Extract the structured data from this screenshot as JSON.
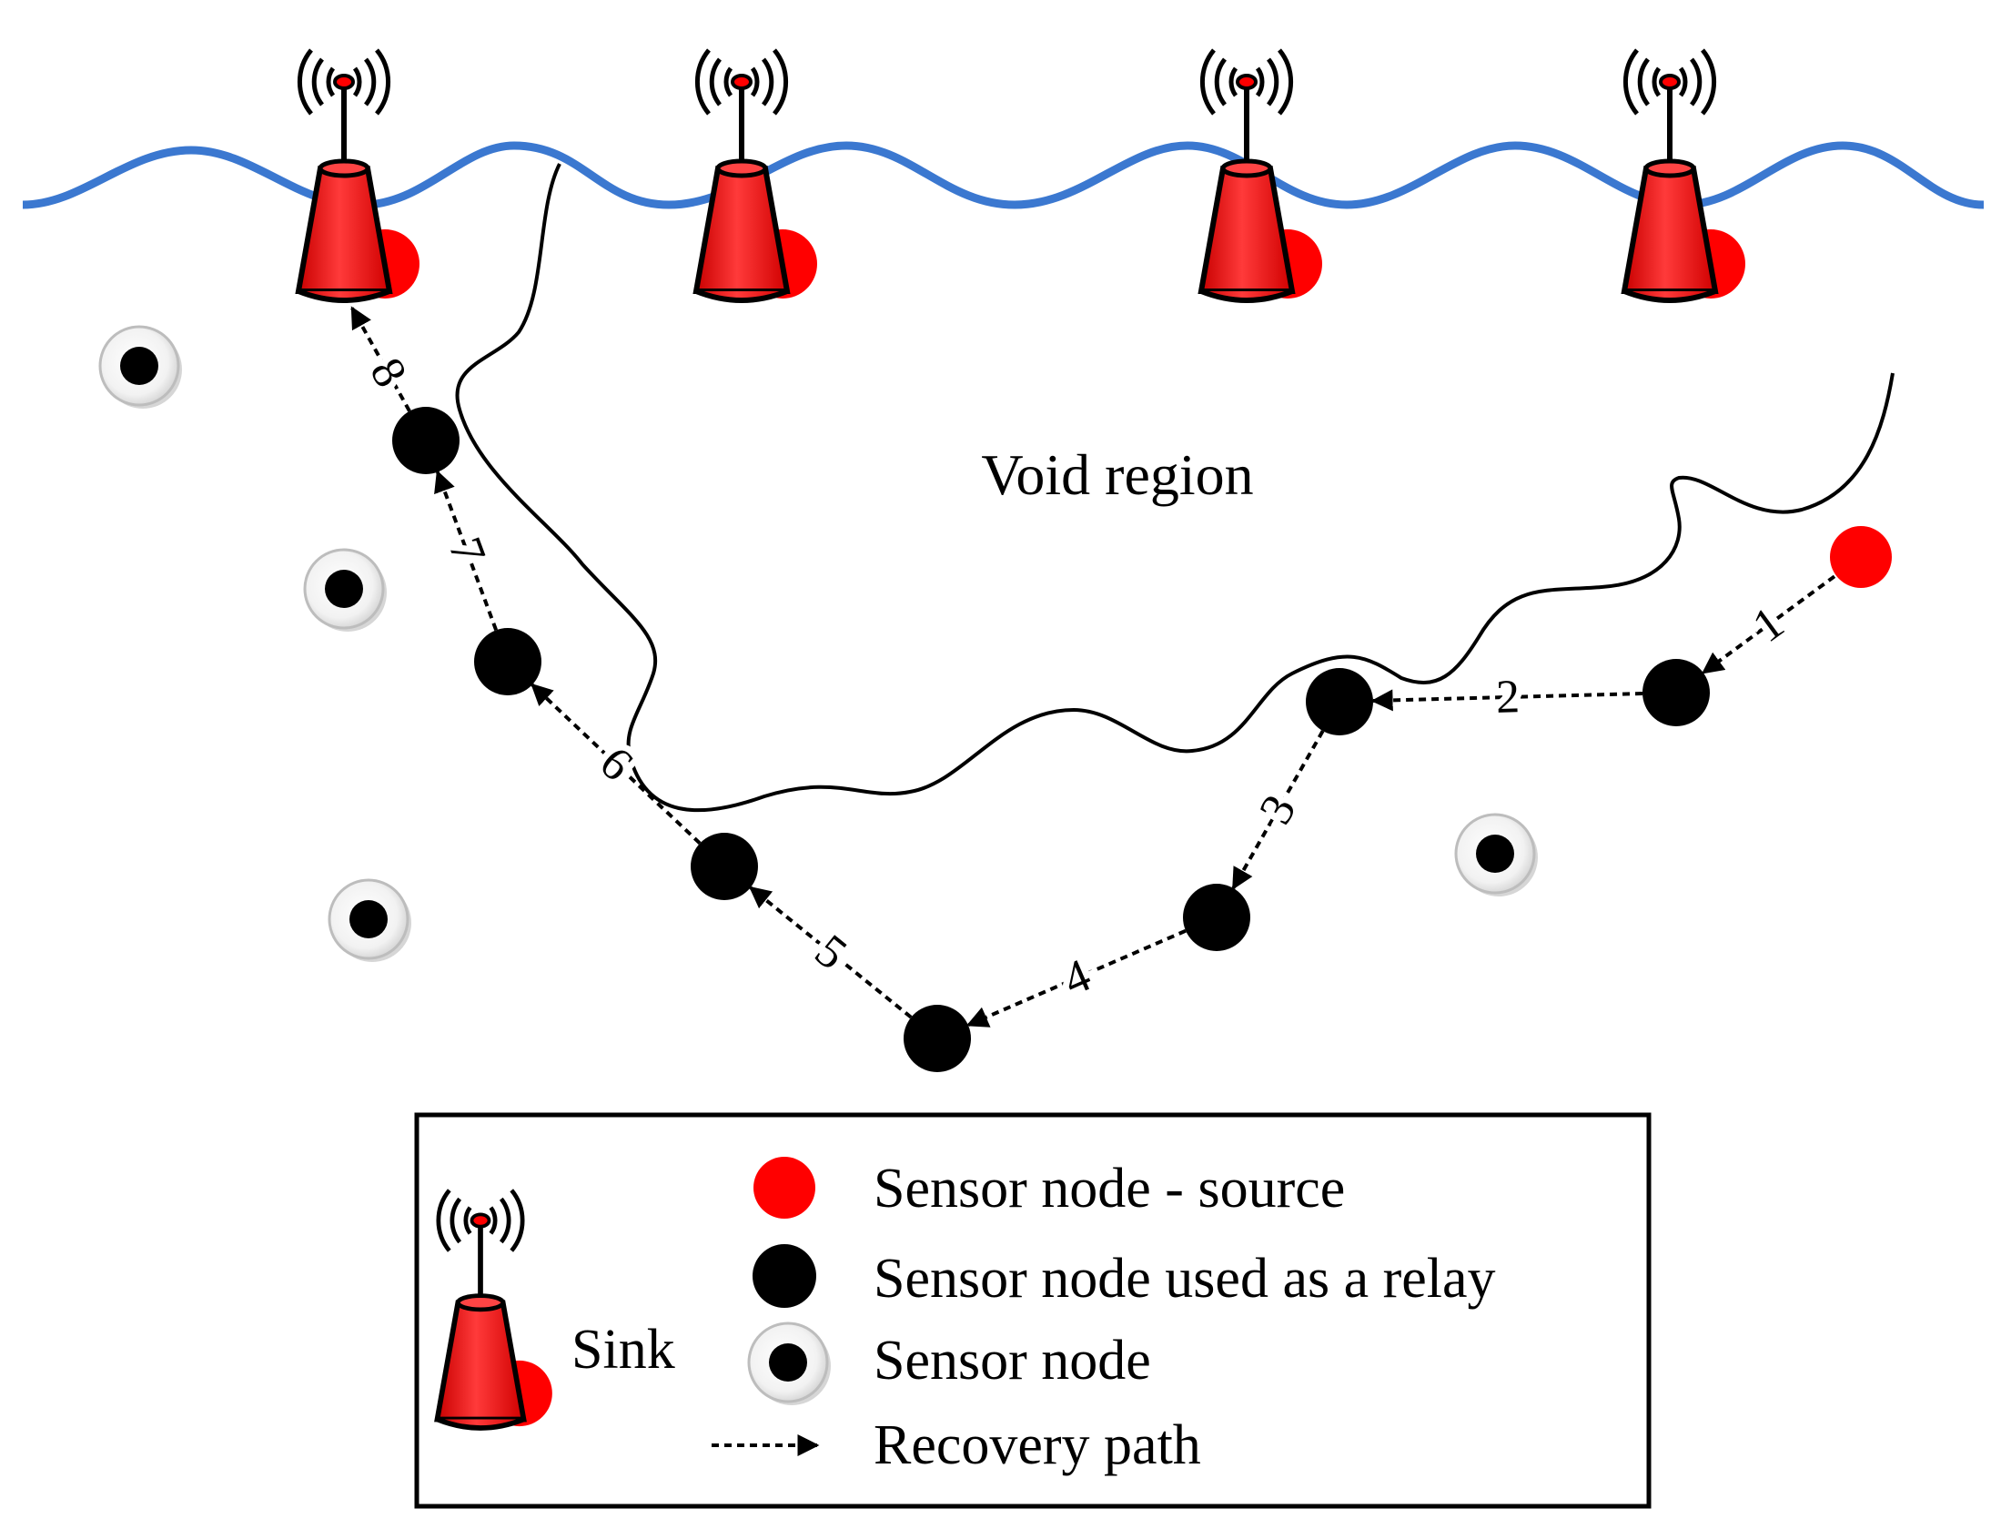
{
  "region_label": "Void region",
  "path_labels": [
    "1",
    "2",
    "3",
    "4",
    "5",
    "6",
    "7",
    "8"
  ],
  "legend": {
    "sink": "Sink",
    "source": "Sensor node - source",
    "relay": "Sensor node used as a relay",
    "sensor": "Sensor node",
    "path": "Recovery path"
  },
  "colors": {
    "water": "#3b78d0",
    "sink_body": "#ff2222",
    "source": "#ff0000",
    "relay": "#000000"
  },
  "icons": [
    "antenna-icon",
    "buoy-sink-icon",
    "sensor-node-icon",
    "relay-node-icon",
    "source-node-icon",
    "arrow-icon"
  ]
}
